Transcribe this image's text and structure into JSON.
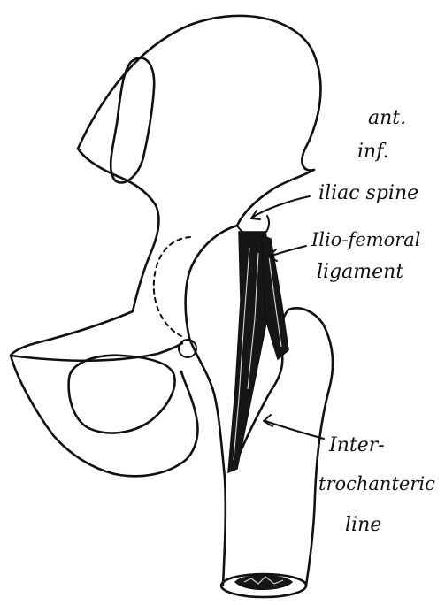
{
  "labels": {
    "ant": "ant.",
    "inf": "inf.",
    "iliac_spine": "iliac spine",
    "ilio_femoral": "Ilio-femoral",
    "ligament": "ligament",
    "inter": "Inter-",
    "trochanteric": "trochanteric",
    "line": "line"
  },
  "colors": {
    "ink": "#111111",
    "paper": "#ffffff"
  }
}
